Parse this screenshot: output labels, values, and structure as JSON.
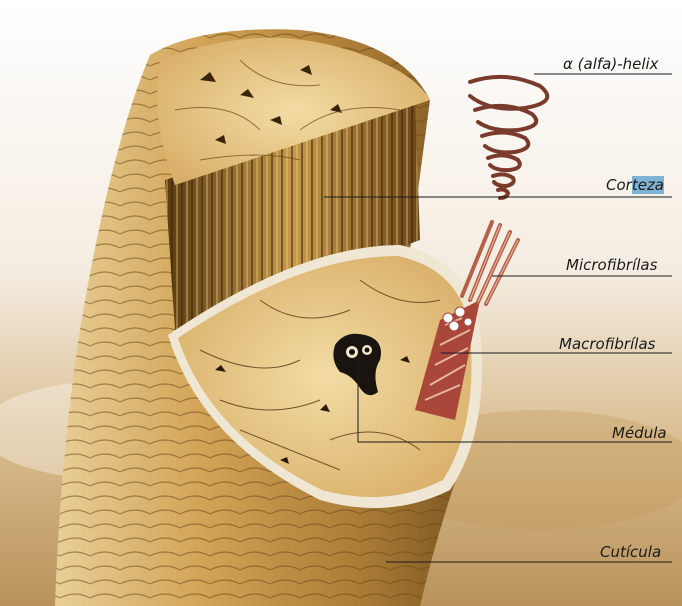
{
  "labels": {
    "alpha_helix": "α (alfa)-helix",
    "corteza_pre": "Cor",
    "corteza_highlight": "teza",
    "microfibrilas": "Microfibrílas",
    "macrofibrilas": "Macrofibrílas",
    "medula": "Médula",
    "cuticula": "Cutícula"
  },
  "colors": {
    "highlight": "#7fb3d6",
    "leader_line": "#1a1a1a",
    "hair_gold": "#c9963f",
    "medulla_dark": "#1a1410",
    "fibril_red": "#a8473a"
  }
}
